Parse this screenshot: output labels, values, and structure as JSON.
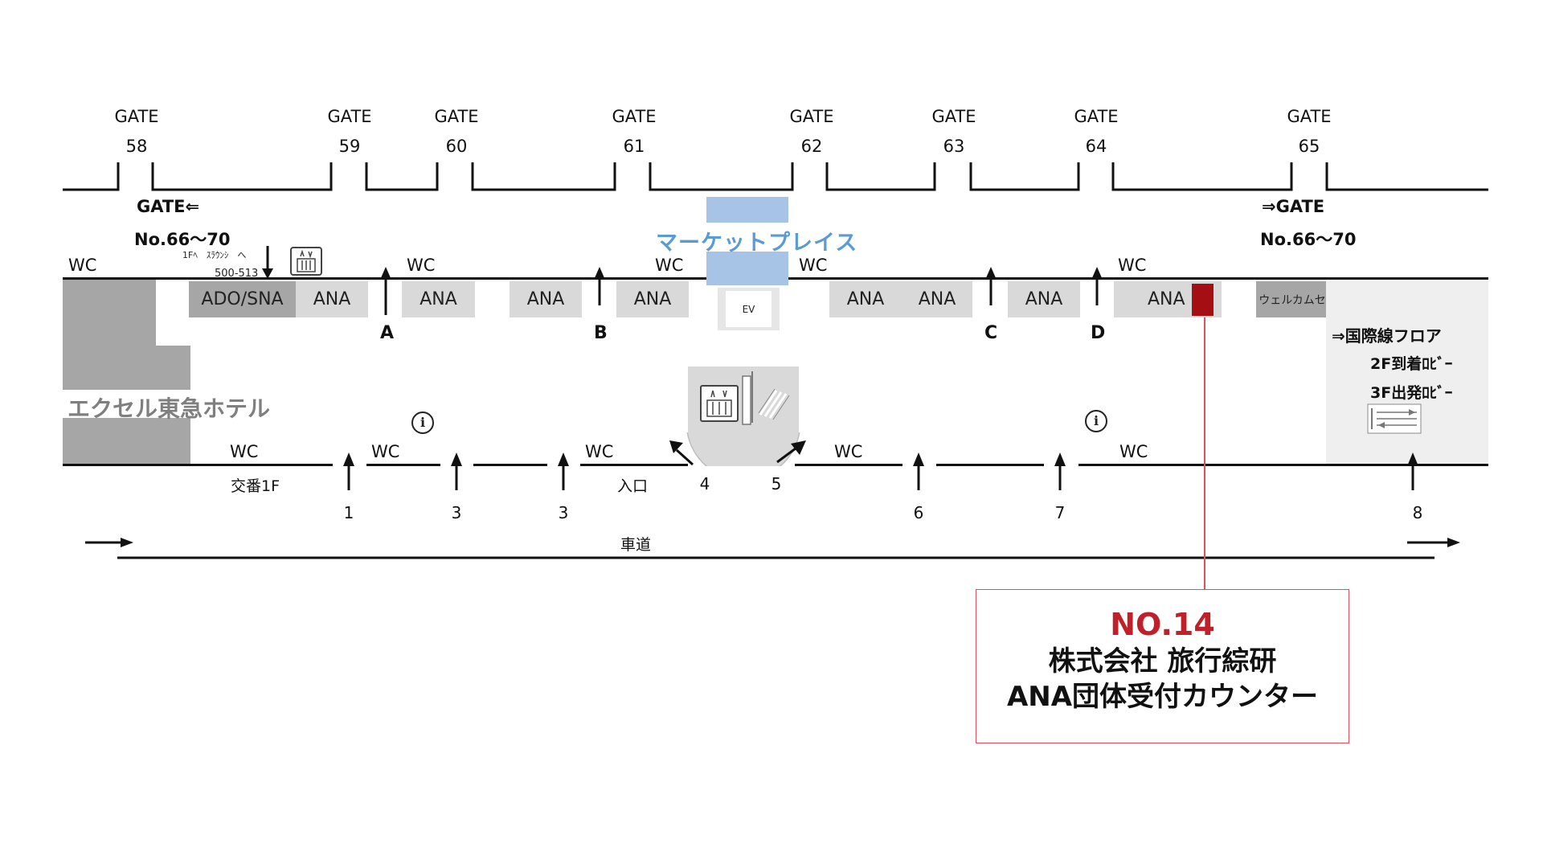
{
  "gates": [
    {
      "label": "GATE",
      "number": "58"
    },
    {
      "label": "GATE",
      "number": "59"
    },
    {
      "label": "GATE",
      "number": "60"
    },
    {
      "label": "GATE",
      "number": "61"
    },
    {
      "label": "GATE",
      "number": "62"
    },
    {
      "label": "GATE",
      "number": "63"
    },
    {
      "label": "GATE",
      "number": "64"
    },
    {
      "label": "GATE",
      "number": "65"
    }
  ],
  "left_gate_ref": {
    "line1": "GATE⇐",
    "line2": "No.66〜70"
  },
  "right_gate_ref": {
    "line1": "⇒GATE",
    "line2": "No.66〜70"
  },
  "marketplace": "マーケットプレイス",
  "lounge_note": {
    "line1": "1Fﾍ　ｽﾗｳﾝｼ　へ",
    "line2": "500-513"
  },
  "wc_label": "WC",
  "counters": [
    {
      "label": "ADO/SNA",
      "dark": true
    },
    {
      "label": "ANA"
    },
    {
      "label": "ANA"
    },
    {
      "label": "ANA"
    },
    {
      "label": "ANA"
    },
    {
      "label": "ANA"
    },
    {
      "label": "ANA"
    },
    {
      "label": "ANA"
    },
    {
      "label": "ANA"
    },
    {
      "label": "ウェルカムセンター",
      "dark": true
    }
  ],
  "ev_label": "EV",
  "letters": [
    "A",
    "B",
    "C",
    "D"
  ],
  "hotel": "エクセル東急ホテル",
  "international": {
    "line1": "⇒国際線フロア",
    "line2": "2F到着ﾛﾋﾞｰ",
    "line3": "3F出発ﾛﾋﾞｰ"
  },
  "koban": "交番1F",
  "entrance": "入口",
  "entrances": [
    "1",
    "3",
    "3",
    "4",
    "5",
    "6",
    "7",
    "8"
  ],
  "road": "車道",
  "callout": {
    "number": "NO.14",
    "company": "株式会社 旅行綜研",
    "counter": "ANA団体受付カウンター"
  },
  "colors": {
    "accent_red": "#c0202a",
    "marker_red": "#a50f14",
    "marketplace_blue": "#5b9bd5",
    "ev_blue": "#a7c3e5",
    "counter_gray": "#d9d9d9",
    "counter_dark": "#a6a6a6",
    "hotel_gray": "#a6a6a6"
  }
}
